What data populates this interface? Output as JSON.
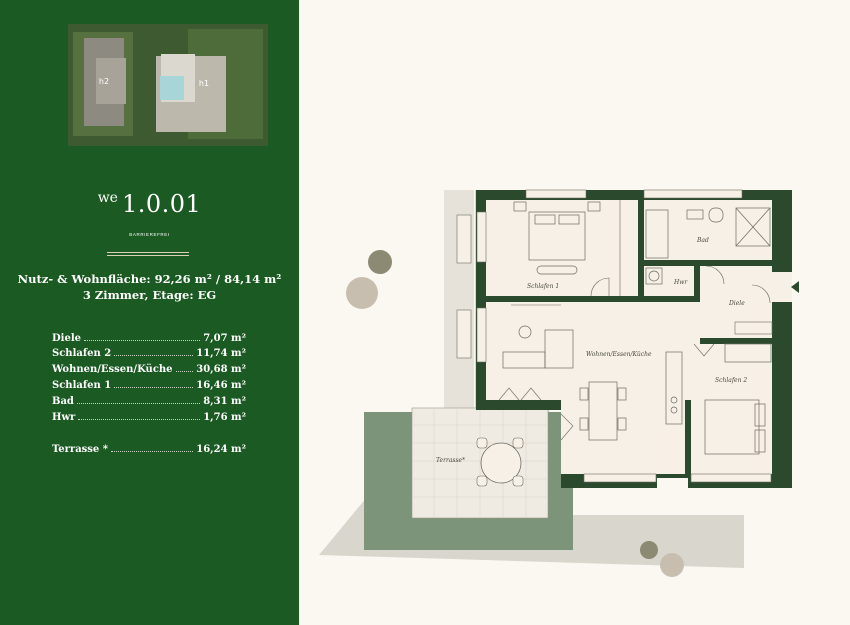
{
  "site_plan": {
    "building_labels": [
      "h2",
      "h1"
    ]
  },
  "unit": {
    "prefix": "we",
    "number": "1.0.01",
    "badge": "BARRIEREFREI"
  },
  "summary": {
    "area_line": "Nutz- & Wohnfläche: 92,26 m² / 84,14 m²",
    "rooms_line": "3 Zimmer, Etage: EG"
  },
  "rooms": [
    {
      "name": "Diele",
      "area": "7,07 m²"
    },
    {
      "name": "Schlafen 2",
      "area": "11,74 m²"
    },
    {
      "name": "Wohnen/Essen/Küche",
      "area": "30,68 m²"
    },
    {
      "name": "Schlafen 1",
      "area": "16,46 m²"
    },
    {
      "name": "Bad",
      "area": "8,31 m²"
    },
    {
      "name": "Hwr",
      "area": "1,76 m²"
    }
  ],
  "terrace": {
    "name": "Terrasse *",
    "area": "16,24 m²"
  },
  "floorplan_labels": {
    "schlafen1": "Schlafen 1",
    "bad": "Bad",
    "hwr": "Hwr",
    "diele": "Diele",
    "wohnen": "Wohnen/Essen/Küche",
    "schlafen2": "Schlafen 2",
    "terrasse": "Terrasse*"
  },
  "colors": {
    "panel": "#1b5a22",
    "wall": "#2b4a2d",
    "floor": "#f6f0e6",
    "garden": "#7c9479"
  }
}
